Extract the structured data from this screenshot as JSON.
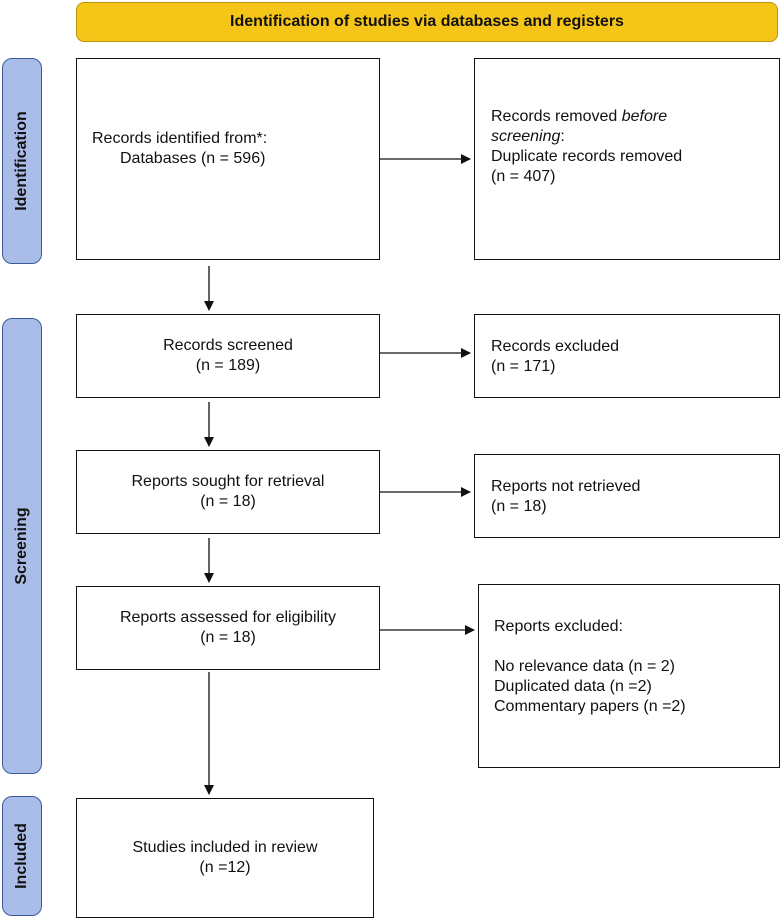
{
  "header": "Identification of studies via databases and registers",
  "phases": {
    "identification": "Identification",
    "screening": "Screening",
    "included": "Included"
  },
  "boxes": {
    "identified": {
      "line1": "Records identified from*:",
      "line2": "Databases (n = 596)"
    },
    "removed": {
      "line1a": "Records removed ",
      "line1b": "before",
      "line2a": "screening",
      "line2b": ":",
      "line3": "Duplicate records removed",
      "line4": "(n = 407)"
    },
    "screened": {
      "line1": "Records screened",
      "line2": "(n = 189)"
    },
    "excluded": {
      "line1": "Records excluded",
      "line2": "(n = 171)"
    },
    "sought": {
      "line1": "Reports sought for retrieval",
      "line2": "(n = 18)"
    },
    "not_retrieved": {
      "line1": "Reports not retrieved",
      "line2": "(n = 18)"
    },
    "assessed": {
      "line1": "Reports assessed for eligibility",
      "line2": "(n = 18)"
    },
    "reports_excluded": {
      "title": "Reports excluded:",
      "reasons": [
        "No relevance data (n = 2)",
        "Duplicated data (n =2)",
        "Commentary papers (n =2)"
      ]
    },
    "included": {
      "line1": "Studies included in review",
      "line2": "(n =12)"
    }
  }
}
